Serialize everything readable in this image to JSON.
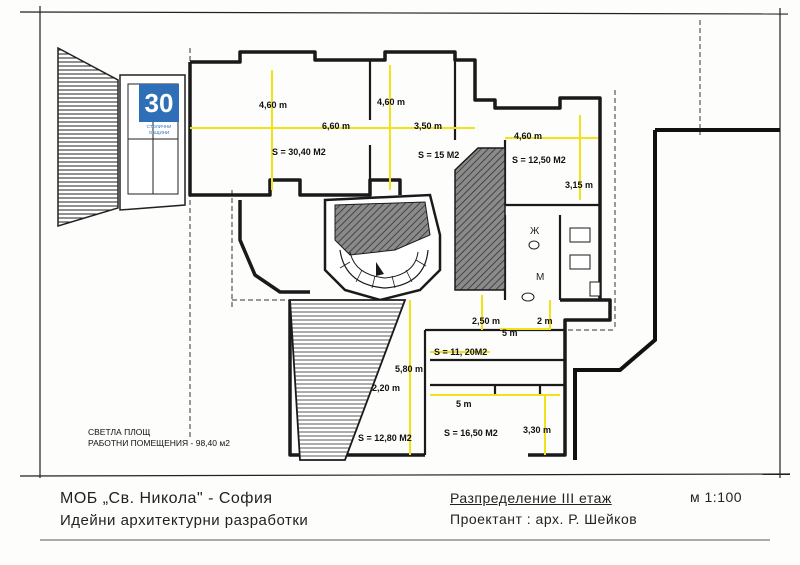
{
  "dimensions": {
    "d1": "4,60 m",
    "d2": "4,60 m",
    "d3": "6,60 m",
    "d4": "3,50 m",
    "d5": "4,60 m",
    "d6": "3,15 m",
    "d7": "2,50 m",
    "d8": "2 m",
    "d9": "5 m",
    "d10": "5,80 m",
    "d11": "2,20 m",
    "d12": "5 m",
    "d13": "3,30 m"
  },
  "areas": {
    "a1": "S = 30,40 M2",
    "a2": "S = 15 M2",
    "a3": "S = 12,50 M2",
    "a4": "S = 11, 20M2",
    "a5": "S = 12,80 M2",
    "a6": "S = 16,50 M2"
  },
  "note": {
    "line1": "СВЕТЛА ПЛОЩ",
    "line2": "РАБОТНИ ПОМЕЩЕНИЯ - 98,40 м2"
  },
  "fixtures": {
    "women": "Ж",
    "men": "М"
  },
  "logo": {
    "number": "30",
    "caption": "СТОЛИЧНИ ОБЩИНИ"
  },
  "title_block": {
    "project": "МОБ „Св. Никола\" - София",
    "subtitle": "Идейни архитектурни разработки",
    "sheet": "Разпределение III етаж",
    "scale": "м 1:100",
    "designer": "Проектант : арх. Р. Шейков"
  },
  "colors": {
    "dimension_line": "#f2e21a",
    "logo_blue": "#2f6fb8",
    "ink": "#1a1a1a"
  }
}
